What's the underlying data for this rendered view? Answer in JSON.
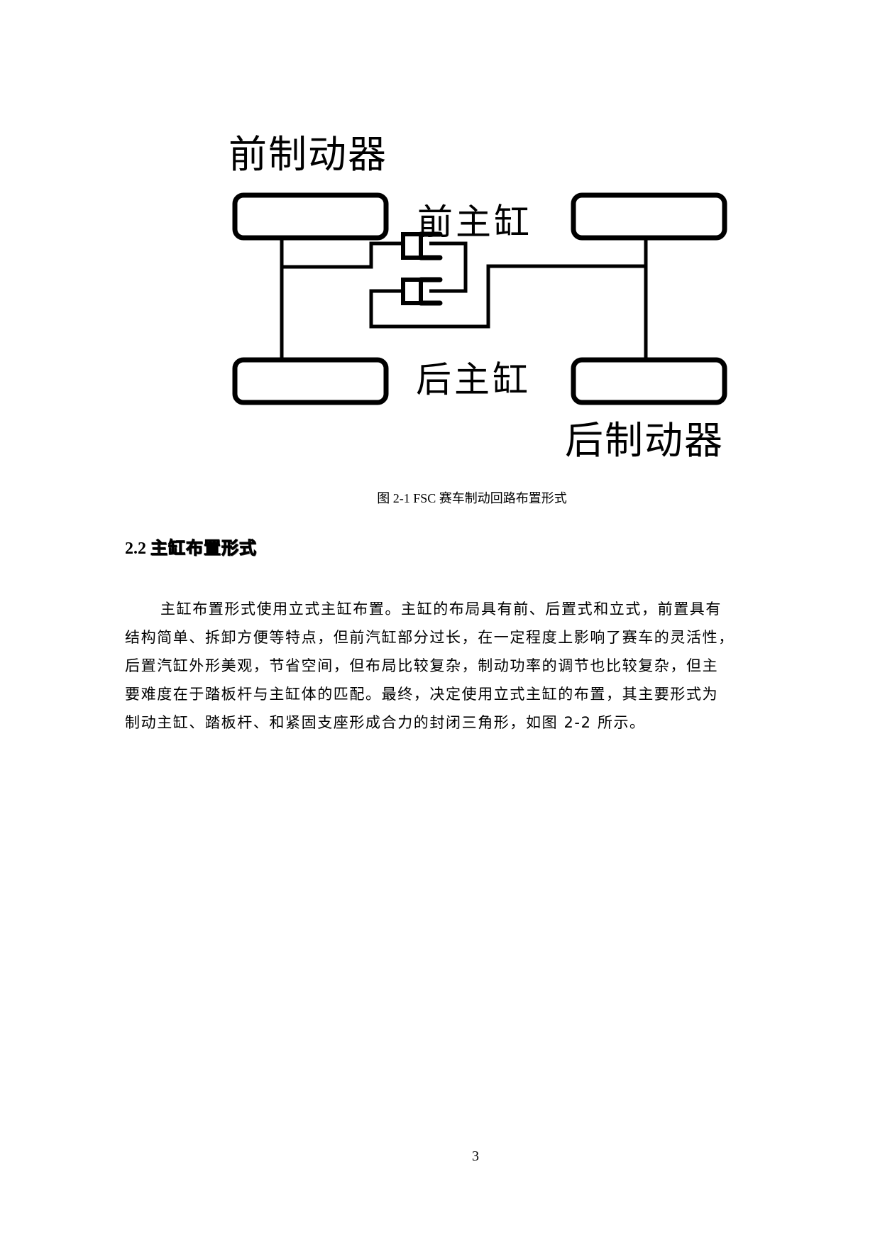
{
  "figure": {
    "labels": {
      "front_brake": "前制动器",
      "rear_brake": "后制动器",
      "front_master_cylinder": "前主缸",
      "rear_master_cylinder": "后主缸"
    },
    "caption": "图 2-1 FSC 赛车制动回路布置形式"
  },
  "section": {
    "number": "2.2",
    "title": "主缸布置形式"
  },
  "paragraph": {
    "lines": [
      "主缸布置形式使用立式主缸布置。主缸的布局具有前、后置式和立式，前置具有",
      "结构简单、拆卸方便等特点，但前汽缸部分过长，在一定程度上影响了赛车的灵活性，",
      "后置汽缸外形美观，节省空间，但布局比较复杂，制动功率的调节也比较复杂，但主",
      "要难度在于踏板杆与主缸体的匹配。最终，决定使用立式主缸的布置，其主要形式为",
      "制动主缸、踏板杆、和紧固支座形成合力的封闭三角形，如图 2-2 所示。"
    ]
  },
  "footer": {
    "page_number": "3"
  }
}
